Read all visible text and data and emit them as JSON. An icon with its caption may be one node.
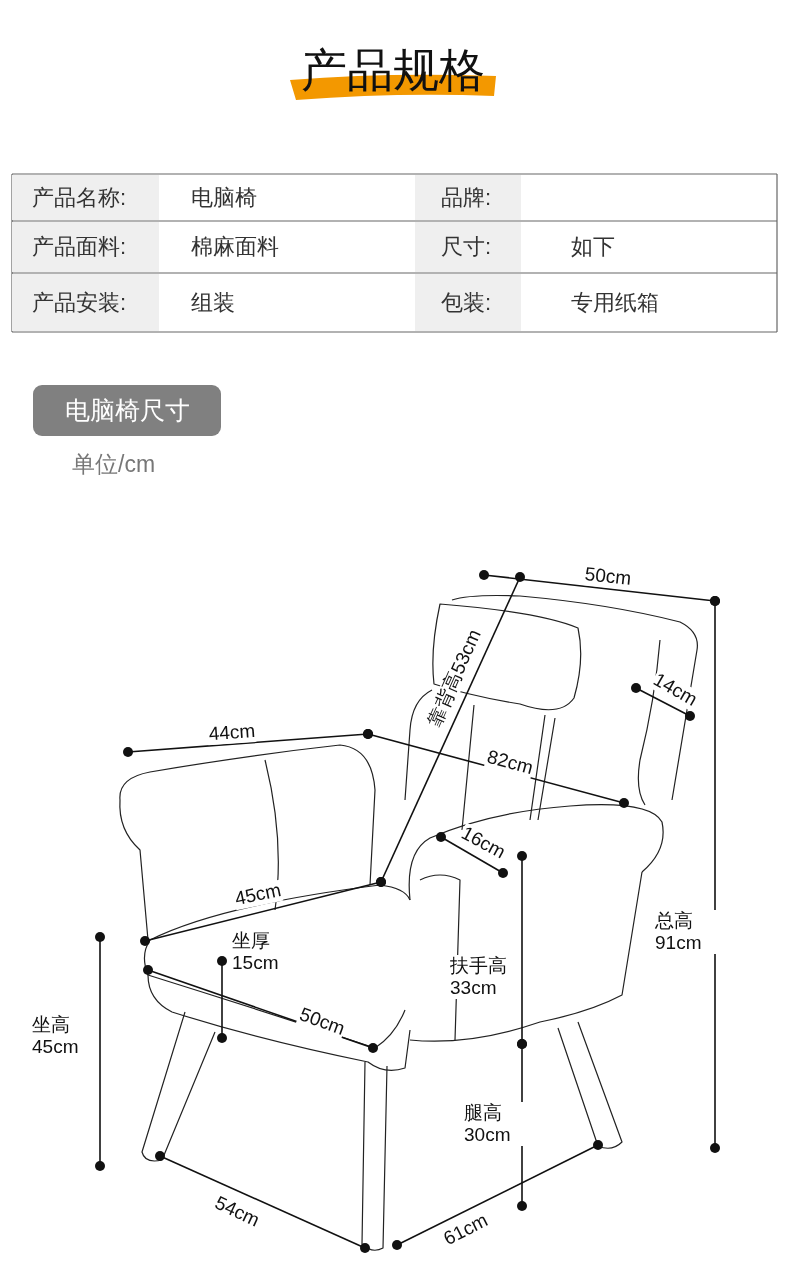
{
  "diagram": {
    "title": "产品规格",
    "nodes": [
      {
        "text": [
          "电脑椅尺寸"
        ]
      }
    ],
    "labels": [
      "产品名称:",
      "电脑椅",
      "品牌:",
      "产品面料:",
      "棉麻面料",
      "尺寸:",
      "如下",
      "产品安装:",
      "组装",
      "包装:",
      "专用纸箱",
      "单位/cm",
      "50cm",
      "靠背高53cm",
      "14cm",
      "44cm",
      "82cm",
      "16cm",
      "45cm",
      "总高 91cm",
      "坐厚 15cm",
      "扶手高 33cm",
      "坐高 45cm",
      "50cm",
      "腿高 30cm",
      "54cm",
      "61cm"
    ]
  }
}
